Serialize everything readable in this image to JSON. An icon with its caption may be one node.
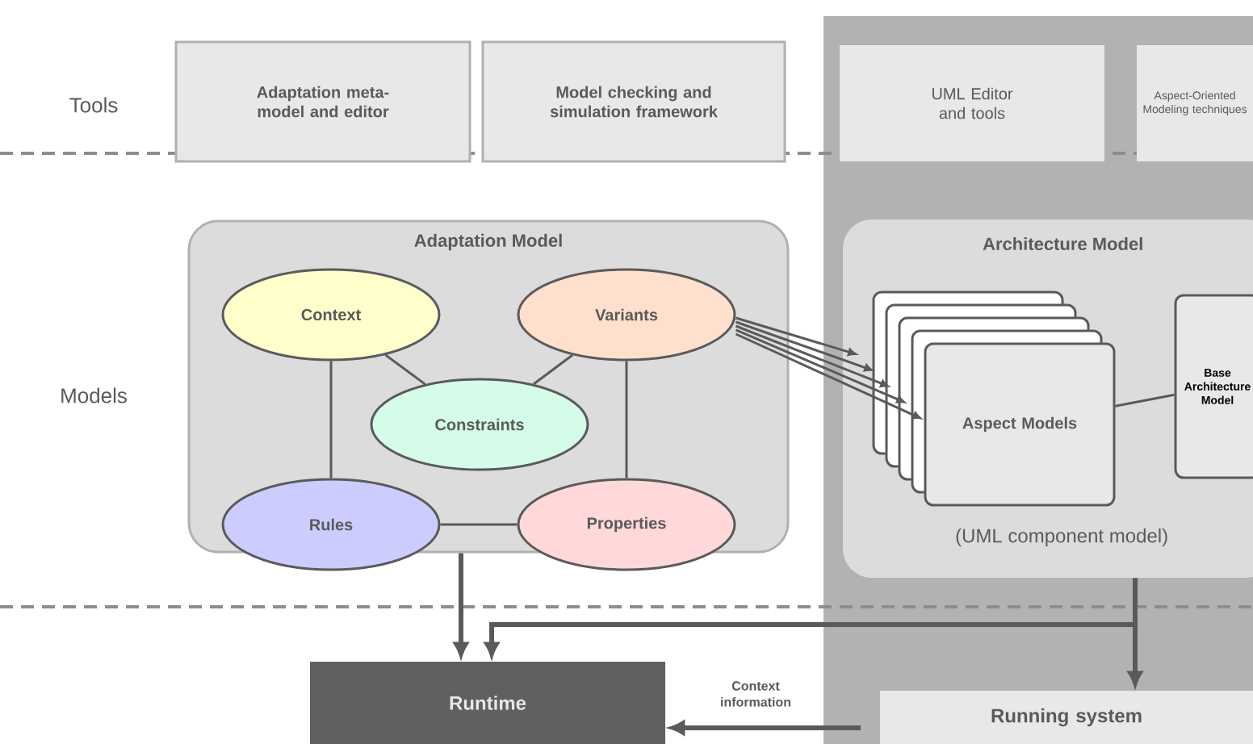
{
  "diagram": {
    "nodes": [
      {
        "text": [
          "Adaptation meta-model and editor"
        ]
      },
      {
        "text": [
          "Model checking and simulation framework"
        ]
      },
      {
        "text": [
          "UML Editor and tools"
        ]
      },
      {
        "text": [
          "Aspect-Oriented Modeling techniques"
        ]
      },
      {
        "text": [
          "Adaptation Model"
        ]
      },
      {
        "text": [
          "Context"
        ],
        "in": 4
      },
      {
        "text": [
          "Variants"
        ],
        "in": 4
      },
      {
        "text": [
          "Constraints"
        ],
        "in": 4
      },
      {
        "text": [
          "Rules"
        ],
        "in": 4
      },
      {
        "text": [
          "Properties"
        ],
        "in": 4
      },
      {
        "text": [
          "Architecture Model",
          "(UML component model)"
        ]
      },
      {
        "text": [
          "Aspect Models"
        ],
        "in": 10
      },
      {
        "text": [
          "Base Architecture Model"
        ],
        "in": 10
      },
      {
        "text": [
          "Runtime"
        ]
      },
      {
        "text": [
          "Running system"
        ]
      }
    ],
    "edges": [
      {
        "from": 5,
        "to": 7,
        "arrow": "none"
      },
      {
        "from": 6,
        "to": 7,
        "arrow": "none"
      },
      {
        "from": 5,
        "to": 8,
        "arrow": "none"
      },
      {
        "from": 6,
        "to": 9,
        "arrow": "none"
      },
      {
        "from": 8,
        "to": 9,
        "arrow": "none"
      },
      {
        "from": 6,
        "to": 11,
        "arrow": "to"
      },
      {
        "from": 11,
        "to": 12,
        "arrow": "none"
      },
      {
        "from": 4,
        "to": 13,
        "arrow": "to",
        "style": "thick"
      },
      {
        "from": 10,
        "to": 13,
        "arrow": "to",
        "style": "thick"
      },
      {
        "from": 10,
        "to": 14,
        "arrow": "to",
        "style": "thick"
      },
      {
        "from": 14,
        "to": 13,
        "arrow": "to",
        "label": "Context information",
        "style": "thick"
      }
    ],
    "labels": [
      "Tools",
      "Models"
    ]
  }
}
